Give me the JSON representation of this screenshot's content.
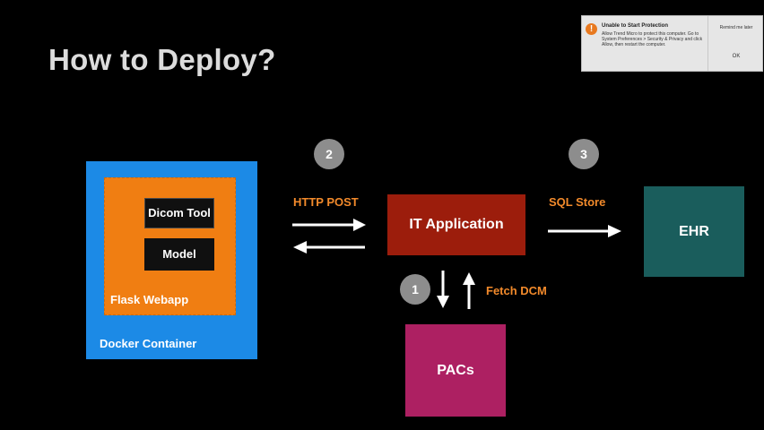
{
  "slide": {
    "title": "How to Deploy?"
  },
  "notification": {
    "icon": "alert-icon",
    "title": "Unable to Start Protection",
    "body": "Allow Trend Micro to protect this computer. Go to System Preferences > Security & Privacy and click Allow, then restart the computer.",
    "remind_label": "Remind me later",
    "ok_label": "OK"
  },
  "diagram": {
    "docker_label": "Docker Container",
    "flask_label": "Flask Webapp",
    "dicom_label": "Dicom Tool",
    "model_label": "Model",
    "it_app_label": "IT Application",
    "ehr_label": "EHR",
    "pacs_label": "PACs",
    "step1": "1",
    "step2": "2",
    "step3": "3",
    "http_post_label": "HTTP POST",
    "sql_store_label": "SQL Store",
    "fetch_dcm_label": "Fetch DCM"
  },
  "colors": {
    "docker": "#1c8ae6",
    "flask": "#f07e12",
    "it_app": "#9c1d0c",
    "ehr": "#1a5d5c",
    "pacs": "#ad2062",
    "label_accent": "#f28a2b",
    "step_circle": "#8d8d8d"
  }
}
